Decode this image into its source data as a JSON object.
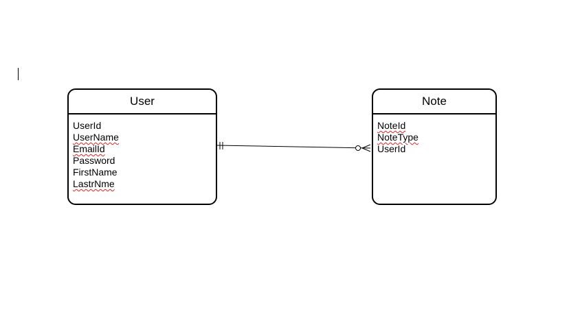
{
  "diagram": {
    "entities": [
      {
        "id": "user",
        "title": "User",
        "fields": [
          {
            "name": "UserId",
            "spellcheck_flag": false
          },
          {
            "name": "UserName",
            "spellcheck_flag": true
          },
          {
            "name": "EmailId",
            "spellcheck_flag": true
          },
          {
            "name": "Password",
            "spellcheck_flag": false
          },
          {
            "name": "FirstName",
            "spellcheck_flag": false
          },
          {
            "name": "LastrNme",
            "spellcheck_flag": true
          }
        ]
      },
      {
        "id": "note",
        "title": "Note",
        "fields": [
          {
            "name": "NoteId",
            "spellcheck_flag": true
          },
          {
            "name": "NoteType",
            "spellcheck_flag": true
          },
          {
            "name": "UserId",
            "spellcheck_flag": false
          }
        ]
      }
    ],
    "relationships": [
      {
        "from": "user",
        "from_cardinality": "one-and-only-one",
        "to": "note",
        "to_cardinality": "zero-or-many"
      }
    ]
  },
  "colors": {
    "line": "#000000",
    "spellcheck_underline": "#e02020"
  }
}
